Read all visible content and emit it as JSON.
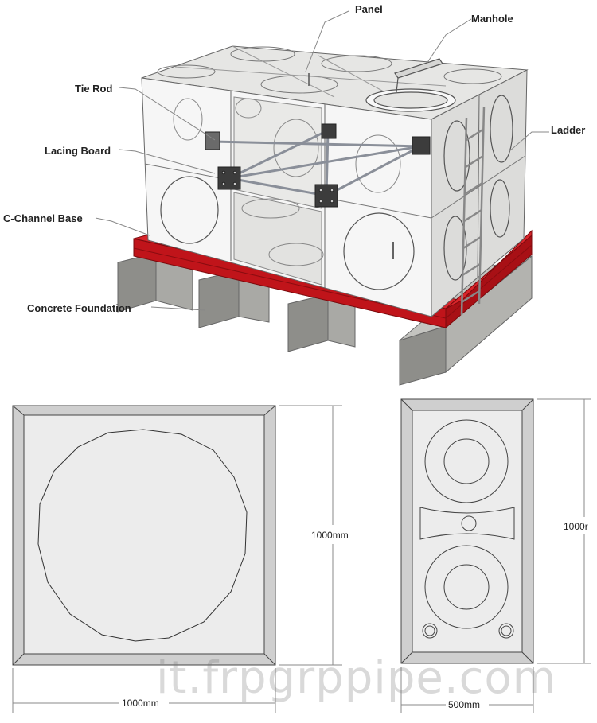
{
  "labels": {
    "panel": "Panel",
    "manhole": "Manhole",
    "tie_rod": "Tie Rod",
    "ladder": "Ladder",
    "lacing_board": "Lacing Board",
    "c_channel_base": "C-Channel Base",
    "concrete_foundation": "Concrete Foundation"
  },
  "dimensions": {
    "large_panel_height": "1000mm",
    "large_panel_width": "1000mm",
    "small_panel_height": "1000r",
    "small_panel_width": "500mm"
  },
  "watermark": "it.frpgrppipe.com",
  "colors": {
    "base_red": "#c0141a",
    "concrete": "#9a9a96",
    "panel_white": "#f4f4f4",
    "panel_outline": "#555555"
  }
}
